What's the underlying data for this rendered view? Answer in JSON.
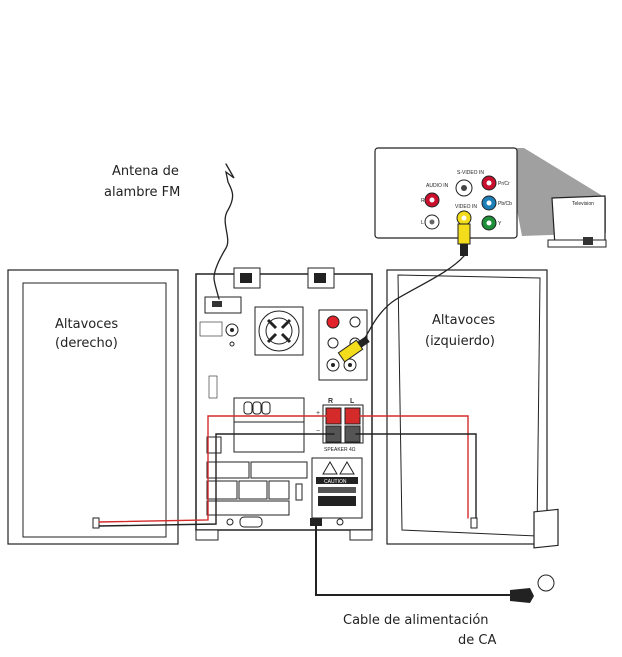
{
  "labels": {
    "antenna_line1": "Antena de",
    "antenna_line2": "alambre FM",
    "speaker_right_line1": "Altavoces",
    "speaker_right_line2": "(derecho)",
    "speaker_left_line1": "Altavoces",
    "speaker_left_line2": "(izquierdo)",
    "power_line1": "Cable de alimentación",
    "power_line2": "de CA"
  },
  "panel_marks": {
    "speaker_r": "R",
    "speaker_l": "L",
    "speaker_imp": "SPEAKER 4Ω",
    "caution": "CAUTION",
    "plus": "+",
    "minus": "−",
    "audio_in": "AUDIO IN",
    "svideo_in": "S-VIDEO IN",
    "video_in": "VIDEO IN",
    "pr_cr": "Pr/Cr",
    "pb_cb": "Pb/Cb",
    "y": "Y",
    "r": "R",
    "l": "L",
    "television": "Television"
  },
  "colors": {
    "red_wire": "#d42a2a",
    "black_wire": "#222222",
    "yellow_plug": "#f2dc1c",
    "red_jack": "#c8102e",
    "blue_jack": "#1d7fb8",
    "green_jack": "#1f8f3a",
    "gray_shadow": "#9a9a9a"
  }
}
